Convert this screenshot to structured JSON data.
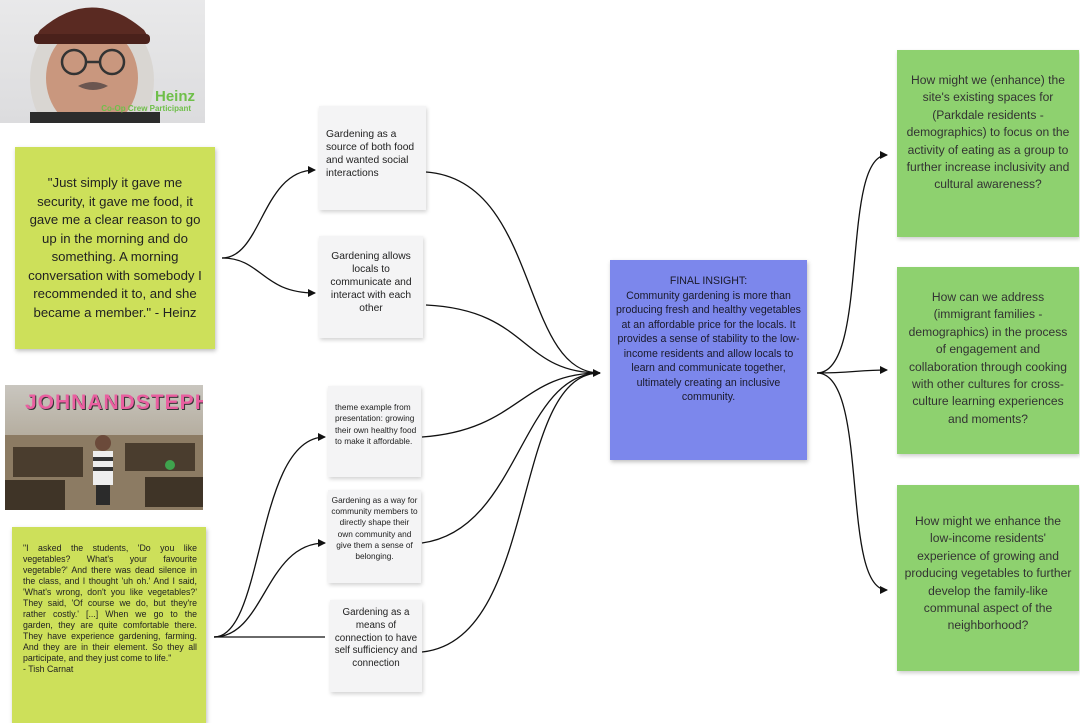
{
  "photo_heinz": {
    "name": "Heinz",
    "caption": "Co-Op Crew Participant"
  },
  "photo_garden": {
    "banner": "JOHNANDSTEPH"
  },
  "quotes": {
    "heinz": "\"Just simply it gave me security, it gave me food, it gave me a clear reason to go up in the morning and do something. A morning conversation with somebody I recommended it to, and she became a member.\" - Heinz",
    "tish": "\"I asked the students, 'Do you like vegetables? What's your favourite vegetable?' And there was dead silence in the class, and I thought 'uh oh.' And I said, 'What's wrong, don't you like vegetables?' They said, 'Of course we do, but they're rather costly.' [...] When we go to the garden, they are quite comfortable there. They have experience gardening, farming. And they are in their element. So they all participate, and they just come to life.\"\n- Tish Carnat"
  },
  "themes": {
    "t1": "Gardening as a source of both food and wanted social interactions",
    "t2": "Gardening allows locals to communicate and interact with each other",
    "t3": "theme example from presentation: growing their own healthy food to make it affordable.",
    "t4": "Gardening as a way for community members to directly shape their own community and give them a sense of belonging.",
    "t5": "Gardening as a means of connection to have self sufficiency and connection"
  },
  "insight": {
    "title": "FINAL INSIGHT:",
    "body": "Community gardening is more than producing fresh and healthy vegetables at an affordable price for the locals. It provides a sense of stability to the low-income residents  and allow locals to learn and communicate together, ultimately creating an inclusive community."
  },
  "hmw": {
    "q1": "How might we (enhance) the site's existing spaces for (Parkdale residents - demographics) to focus on the activity of eating as a group to further increase inclusivity and cultural awareness?",
    "q2": "How can we address (immigrant families - demographics) in the process of engagement and collaboration through cooking with other cultures for  cross-culture learning experiences and moments?",
    "q3": "How might we enhance the low-income residents' experience of growing and producing vegetables to further develop the family-like communal aspect of the neighborhood?"
  },
  "colors": {
    "lime": "#cde05a",
    "gray": "#f4f4f5",
    "green": "#8ed16f",
    "blue": "#7c87ec",
    "arrow": "#111111"
  }
}
